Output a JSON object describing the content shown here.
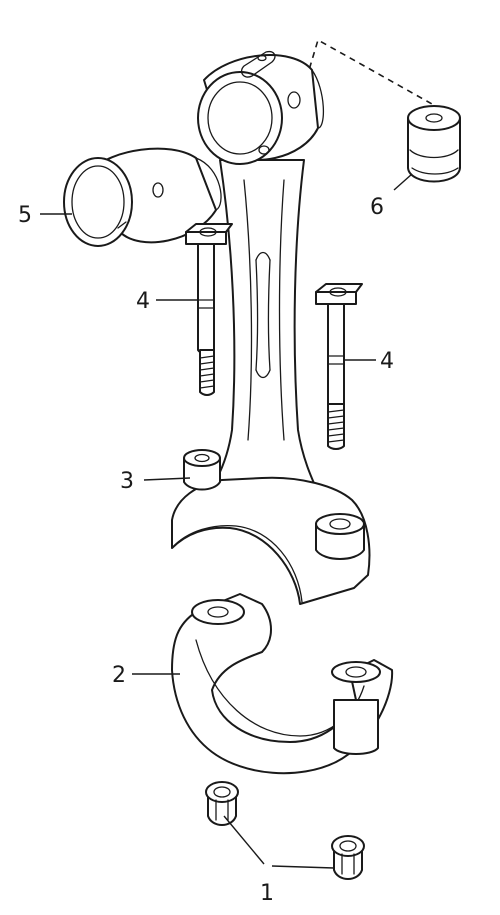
{
  "diagram": {
    "callouts": [
      {
        "id": "1",
        "label": "1"
      },
      {
        "id": "2",
        "label": "2"
      },
      {
        "id": "3",
        "label": "3"
      },
      {
        "id": "4a",
        "label": "4"
      },
      {
        "id": "4b",
        "label": "4"
      },
      {
        "id": "5",
        "label": "5"
      },
      {
        "id": "6",
        "label": "6"
      }
    ]
  }
}
